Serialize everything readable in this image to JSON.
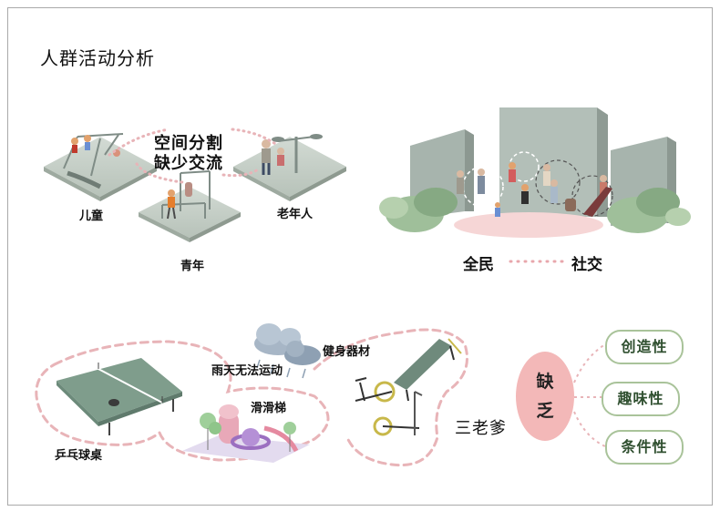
{
  "title": "人群活动分析",
  "top_left": {
    "center_text_line1": "空间分割",
    "center_text_line2": "缺少交流",
    "label_children": "儿童",
    "label_youth": "青年",
    "label_elderly": "老年人"
  },
  "top_right": {
    "left_word": "全民",
    "right_word": "社交"
  },
  "bottom": {
    "ping_pong": "乒乓球桌",
    "rain": "雨天无法运动",
    "fitness": "健身器材",
    "slide": "滑滑梯",
    "group": "三老爹",
    "lack_char1": "缺",
    "lack_char2": "乏",
    "pills": [
      "创造性",
      "趣味性",
      "条件性"
    ]
  },
  "colors": {
    "platform": "#c5cfc6",
    "dashed_pink": "#e8b4b8",
    "pill_border": "#a9c39a",
    "lack_fill": "#f3b8b8",
    "wall_gray": "#a7b4ad",
    "bush_green": "#9fbf9a"
  }
}
